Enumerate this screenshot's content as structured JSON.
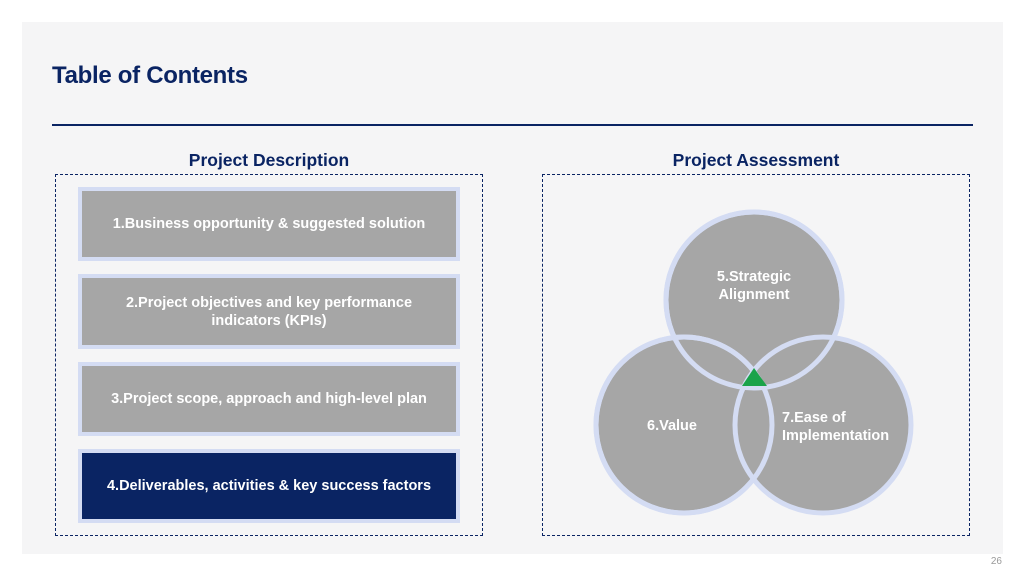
{
  "slide": {
    "title": "Table of Contents",
    "page_number": "26"
  },
  "project_description": {
    "heading": "Project Description",
    "items": [
      {
        "label": "1.Business opportunity & suggested solution",
        "active": false
      },
      {
        "label": "2.Project objectives and key performance indicators (KPIs)",
        "active": false
      },
      {
        "label": "3.Project scope, approach and high-level plan",
        "active": false
      },
      {
        "label": "4.Deliverables, activities & key success factors",
        "active": true
      }
    ]
  },
  "project_assessment": {
    "heading": "Project Assessment",
    "circles": [
      {
        "label": "5.Strategic Alignment"
      },
      {
        "label": "6.Value"
      },
      {
        "label": "7.Ease of Implementation"
      }
    ]
  },
  "colors": {
    "navy": "#0a2463",
    "grey_fill": "#a6a6a6",
    "border_light": "#d4dcf3",
    "accent_green": "#1aa34a",
    "background": "#f5f5f6"
  }
}
